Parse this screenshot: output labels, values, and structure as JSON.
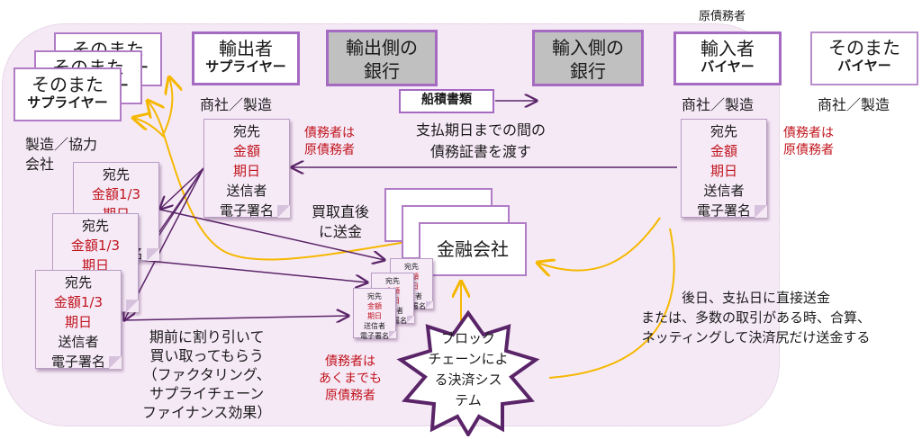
{
  "title_top_right": "原債務者",
  "boxes": {
    "supplier_stack_back2": {
      "line1": "そのまた",
      "line2": "サプライヤー"
    },
    "supplier_stack_back1": {
      "line1": "そのまた",
      "line2": "サプライヤー"
    },
    "supplier_front": {
      "line1": "そのまた",
      "line2": "サプライヤー"
    },
    "exporter": {
      "line1": "輸出者",
      "line2": "サプライヤー"
    },
    "exporter_bank": {
      "line1": "輸出側の",
      "line2": "銀行"
    },
    "importer_bank": {
      "line1": "輸入側の",
      "line2": "銀行"
    },
    "importer": {
      "line1": "輸入者",
      "line2": "バイヤー"
    },
    "sub_buyer": {
      "line1": "そのまた",
      "line2": "バイヤー"
    },
    "finance_company": {
      "label": "金融会社"
    },
    "blockchain": {
      "label": "ブロック\nチェーンによ\nる決済シス\nテム"
    }
  },
  "labels": {
    "exporter_type": "商社／製造",
    "importer_type": "商社／製造",
    "sub_buyer_type": "商社／製造",
    "subcontractor": "製造／協力\n会社",
    "shipping_docs": "船積書類",
    "debt_certificate": "支払期日までの間の\n債務証書を渡す",
    "debtor_exporter_side": "債務者は\n原債務者",
    "debtor_importer_side": "債務者は\n原債務者",
    "send_after_purchase": "買取直後\nに送金",
    "factoring": "期前に割り引いて\n買い取ってもらう\n（ファクタリング、\nサプライチェーン\nファイナンス効果）",
    "debtor_still_original": "債務者は\nあくまでも\n原債務者",
    "settlement_note": "後日、支払日に直接送金\nまたは、多数の取引がある時、合算、\nネッティングして決済尻だけ送金する"
  },
  "notes": {
    "full": {
      "to": "宛先",
      "amount": "金額",
      "due": "期日",
      "sender": "送信者",
      "signature": "電子署名"
    },
    "split": {
      "to": "宛先",
      "amount": "金額1/3",
      "due": "期日",
      "sender": "送信者",
      "signature": "電子署名"
    }
  },
  "colors": {
    "background": "#f6e9f6",
    "box_border": "#a56ac2",
    "bank_fill": "#c0c0c0",
    "arrow_purple": "#5a2468",
    "arrow_yellow": "#f5b800",
    "debtor_red": "#c0141c"
  }
}
